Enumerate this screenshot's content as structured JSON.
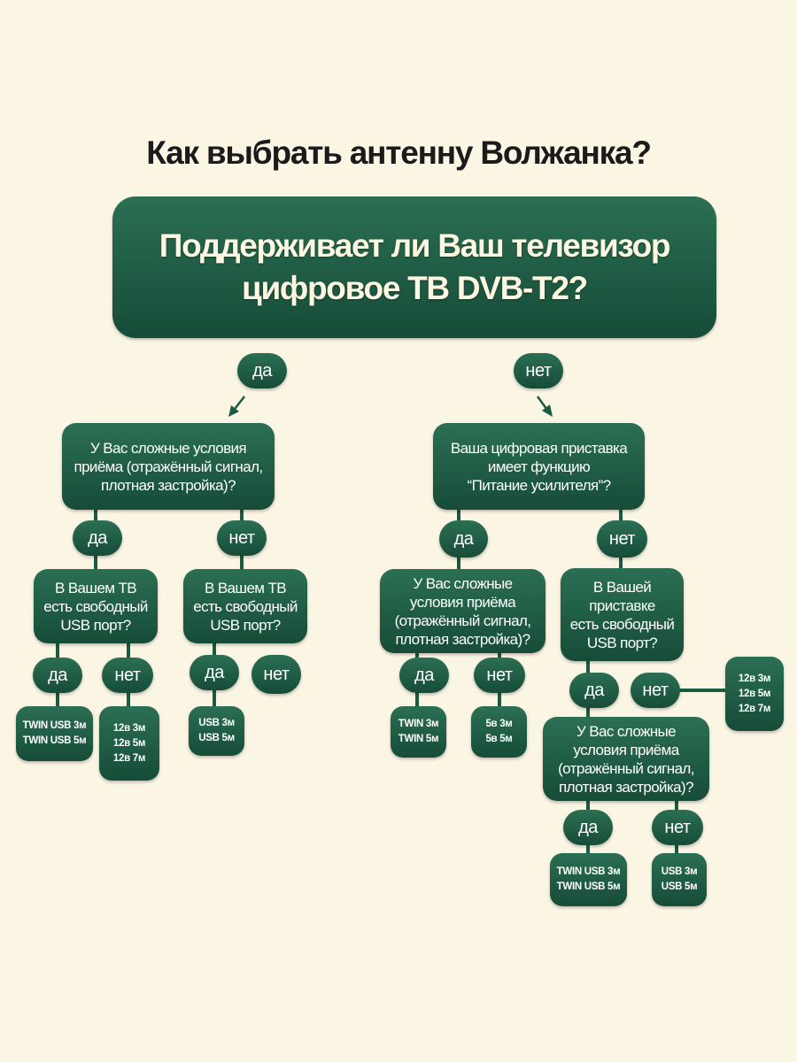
{
  "title": "Как выбрать антенну Волжанка?",
  "root_question": "Поддерживает ли Ваш телевизор\nцифровое ТВ DVB-T2?",
  "answer_yes": "да",
  "answer_no": "нет",
  "questions": {
    "difficult_reception": "У Вас сложные условия\nприёма (отражённый сигнал,\nплотная застройка)?",
    "free_usb_tv": "В Вашем ТВ\nесть свободный\nUSB порт?",
    "power_feature": "Ваша цифровая приставка\nимеет функцию\n“Питание усилителя”?",
    "difficult_reception_short": "У Вас сложные\nусловия приёма\n(отражённый сигнал,\nплотная застройка)?",
    "free_usb_box": "В Вашей\nприставке\nесть свободный\nUSB порт?",
    "difficult_reception_long": "У Вас сложные\nусловия приёма\n(отражённый сигнал,\nплотная застройка)?"
  },
  "results": {
    "twin_usb": "TWIN USB 3м\nTWIN USB 5м",
    "twelve_v": "12в 3м\n12в 5м\n12в 7м",
    "usb": "USB 3м\nUSB 5м",
    "twin": "TWIN 3м\nTWIN 5м",
    "five_v": "5в 3м\n5в 5м"
  }
}
